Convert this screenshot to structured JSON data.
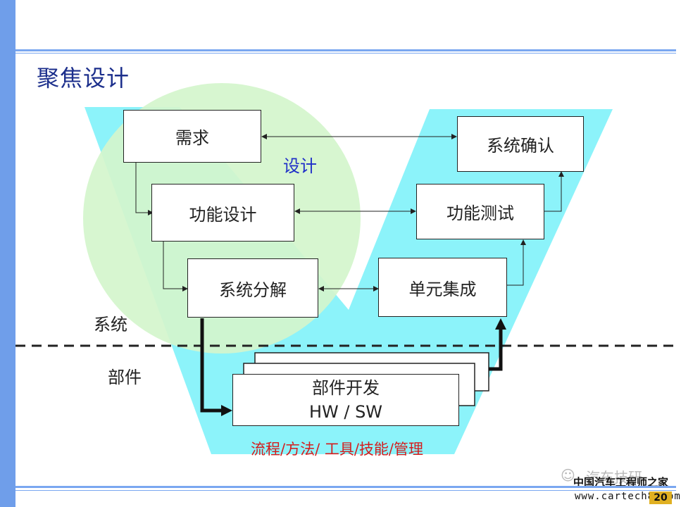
{
  "title": "聚焦设计",
  "boxes": {
    "requirement": "需求",
    "function_design": "功能设计",
    "system_decomposition": "系统分解",
    "system_validation": "系统确认",
    "function_test": "功能测试",
    "unit_integration": "单元集成",
    "component_dev_line1": "部件开发",
    "component_dev_line2": "HW / SW"
  },
  "labels": {
    "design": "设计",
    "system": "系统",
    "component": "部件",
    "process": "流程/方法/ 工具/技能/管理"
  },
  "footer": {
    "watermark": "汽车技研",
    "site_name": "中国汽车工程师之家",
    "site_url": "www.cartech8.com",
    "page_number": "20"
  },
  "colors": {
    "v_shape": "#8cf3fa",
    "focus_circle": "#d4f5cc",
    "title": "#1c2f8c",
    "design_label": "#2030c8",
    "process_label": "#d41c1c",
    "accent_bar": "#6f9eea"
  }
}
